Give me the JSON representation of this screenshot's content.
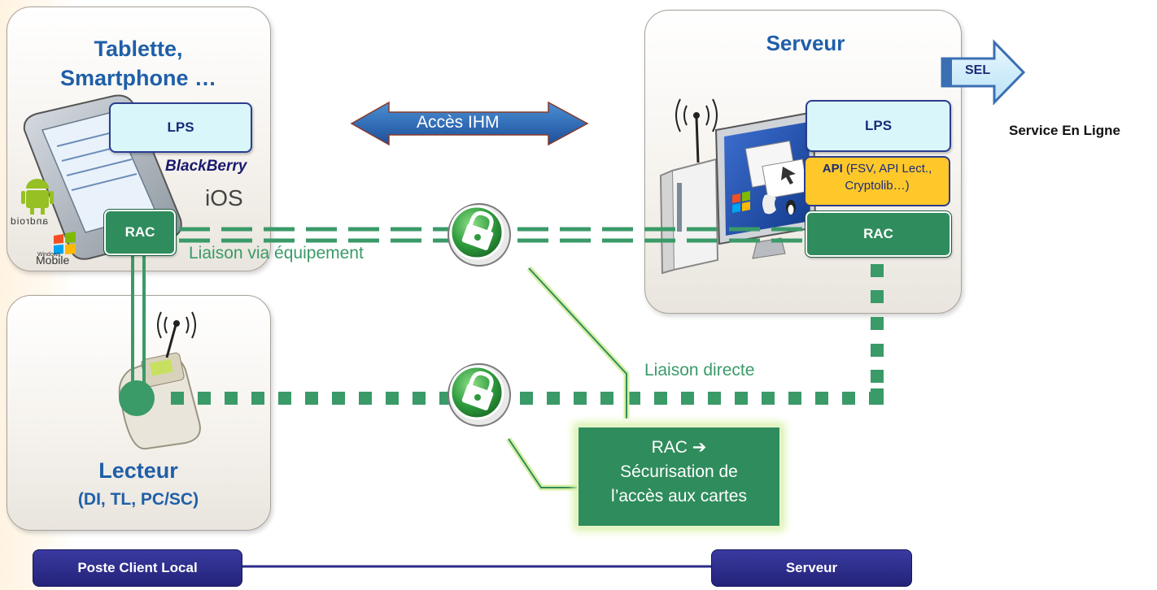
{
  "panels": {
    "device_title": "Tablette,\nSmartphone …",
    "reader_title": "Lecteur",
    "reader_subtitle": "(DI, TL, PC/SC)",
    "server_title": "Serveur"
  },
  "device": {
    "lps_label": "LPS",
    "rac_label": "RAC",
    "os_logos": [
      "BlackBerry",
      "iOS",
      "android",
      "Windows",
      "Mobile"
    ]
  },
  "server": {
    "lps_label": "LPS",
    "api_bold": "API",
    "api_rest": " (FSV, API Lect., Cryptolib…)",
    "rac_label": "RAC",
    "sel_label": "SEL",
    "sel_caption": "Service En Ligne"
  },
  "links": {
    "acces_ihm": "Accès IHM",
    "liaison_equipement": "Liaison via équipement",
    "liaison_directe": "Liaison directe"
  },
  "rac_callout": {
    "line1": "RAC ➔",
    "line2": "Sécurisation de",
    "line3": "l’accès aux cartes"
  },
  "bottom": {
    "left_label": "Poste Client Local",
    "right_label": "Serveur"
  },
  "colors": {
    "title_blue": "#1f5fa8",
    "rac_green": "#2f8c5c",
    "link_green": "#3a9a68",
    "api_yellow": "#ffc82a",
    "lps_cyan": "#d9f7fb",
    "navy": "#23237a"
  }
}
